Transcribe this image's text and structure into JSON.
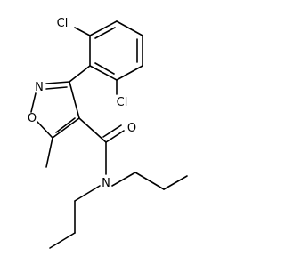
{
  "molecule": {
    "atoms": {
      "cl_top": "Cl",
      "cl_right": "Cl",
      "n_ring": "N",
      "o_ring": "O",
      "o_carbonyl": "O",
      "n_amide": "N"
    }
  }
}
